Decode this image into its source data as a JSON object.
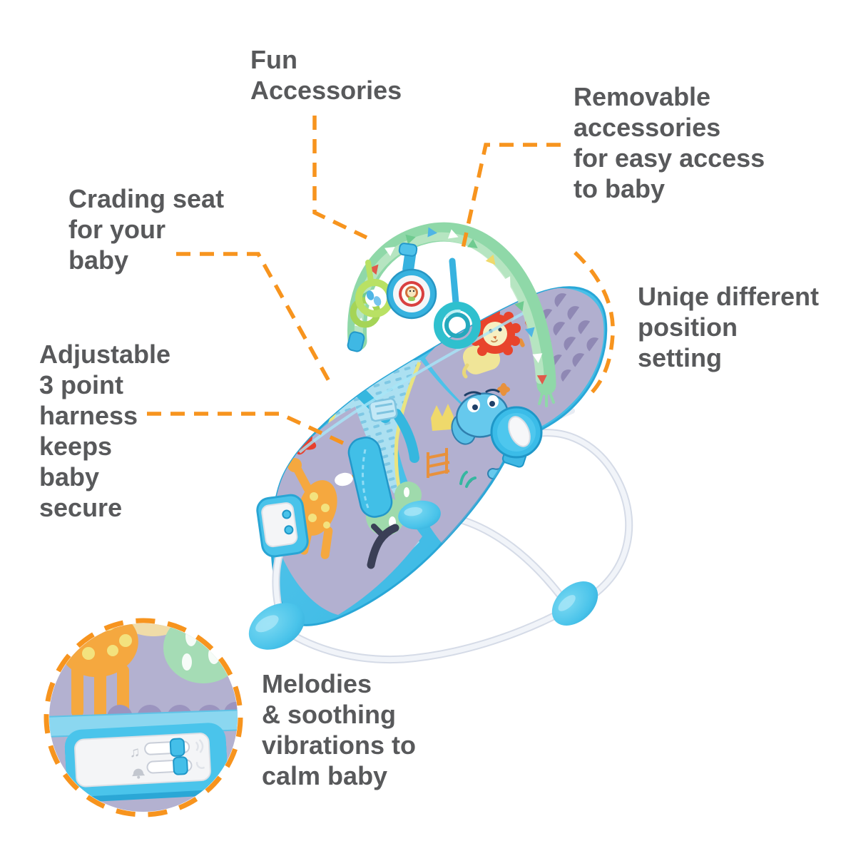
{
  "meta": {
    "title": "Baby bouncer feature infographic"
  },
  "colors": {
    "accent_orange": "#F7941E",
    "label_gray": "#58595B",
    "seat_blue": "#46C2EB",
    "arch_green": "#8FD8A8",
    "fabric_lavender": "#B1AFCF",
    "frame_white": "#F1F4F9"
  },
  "labels": {
    "fun_accessories": "Fun\nAccessories",
    "removable": "Removable\naccessories\nfor easy access\nto baby",
    "crading_seat": "Crading seat\nfor your\nbaby",
    "harness": "Adjustable\n3 point\nharness\nkeeps\nbaby\nsecure",
    "position": "Uniqe different\nposition\nsetting",
    "melodies": "Melodies\n& soothing\nvibrations to\ncalm baby"
  },
  "icons": {
    "music_note_glyph": "♫"
  },
  "product": {
    "description": "Blue baby bouncer rocker with safari print seat, green toy bar with hanging toys, white wire frame and vibration control panel"
  }
}
